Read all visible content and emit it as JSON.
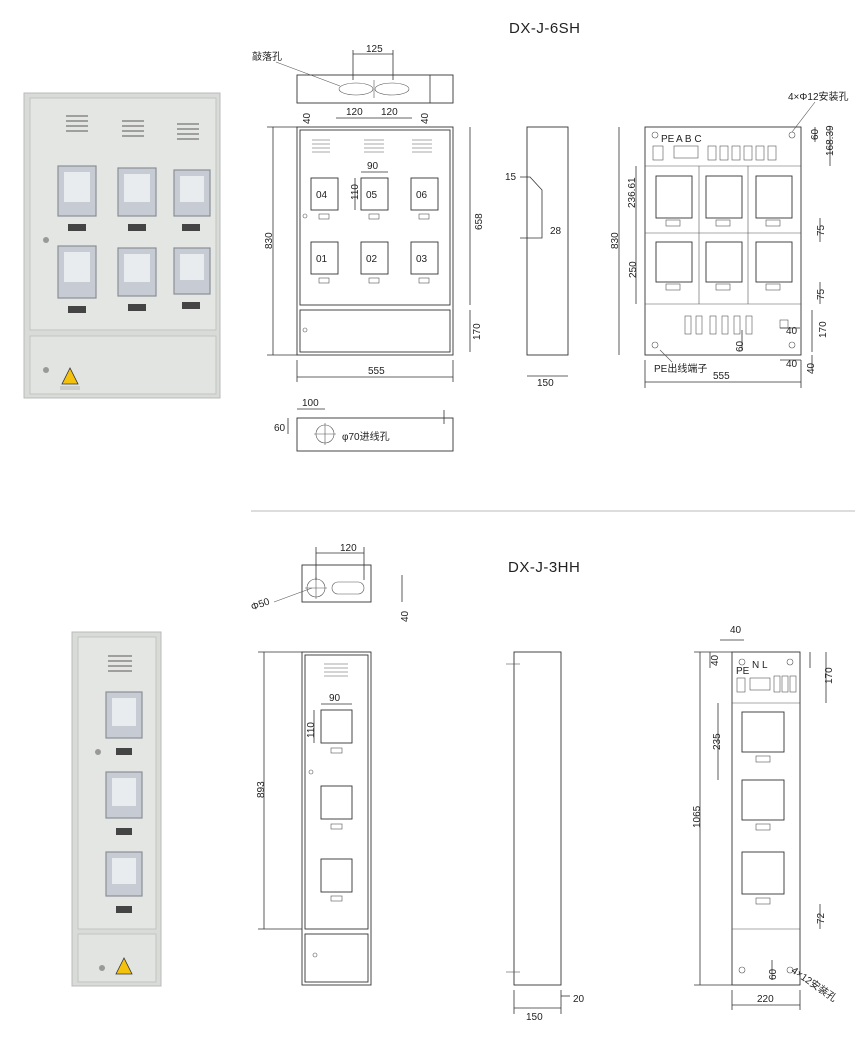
{
  "top": {
    "model": "DX-J-6SH",
    "knockout_label": "敲落孔",
    "mounting_holes_label": "4×Φ12安装孔",
    "inlet_label": "φ70进线孔",
    "pe_terminal_label": "PE出线端子",
    "phase_labels": "A B C",
    "pe_label": "PE",
    "slot_numbers_top": [
      "04",
      "05",
      "06"
    ],
    "slot_numbers_bottom": [
      "01",
      "02",
      "03"
    ],
    "dims": {
      "top_125": "125",
      "top_120a": "120",
      "top_120b": "120",
      "top_40a": "40",
      "top_40b": "40",
      "w_90": "90",
      "h_110": "110",
      "height_830": "830",
      "height_658": "658",
      "height_170": "170",
      "width_555": "555",
      "side_15": "15",
      "side_28": "28",
      "depth_150": "150",
      "bottom_100": "100",
      "bottom_60": "60",
      "r_60": "60",
      "r_168": "168.39",
      "r_236": "236.61",
      "r_75a": "75",
      "r_250": "250",
      "r_75b": "75",
      "r_830": "830",
      "r_40a": "40",
      "r_170": "170",
      "r_60b": "60",
      "r_40b": "40",
      "r_40c": "40",
      "r_555": "555"
    }
  },
  "bottom": {
    "model": "DX-J-3HH",
    "phi50_label": "Φ50",
    "mounting_holes_label": "4×12安装孔",
    "phase_labels": "N L",
    "pe_label": "PE",
    "dims": {
      "top_120": "120",
      "top_40": "40",
      "w_90": "90",
      "h_110": "110",
      "height_893": "893",
      "depth_150": "150",
      "side_20": "20",
      "r_40a": "40",
      "r_40b": "40",
      "r_170": "170",
      "r_235": "235",
      "r_1065": "1065",
      "r_72": "72",
      "r_60": "60",
      "r_220": "220"
    }
  }
}
